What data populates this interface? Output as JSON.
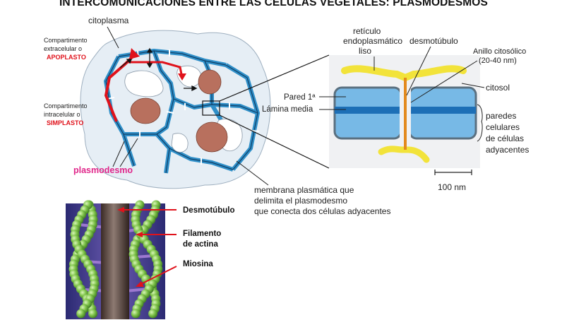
{
  "title": "INTERCOMUNICACIONES ENTRE LAS CÉLULAS VEGETALES: PLASMODESMOS",
  "left_diagram": {
    "citoplasma": "citoplasma",
    "apoplasto_line1": "Compartimento",
    "apoplasto_line2": "extracelular o",
    "apoplasto_name": "APOPLASTO",
    "simplasto_line1": "Compartimento",
    "simplasto_line2": "intracelular o",
    "simplasto_name": "SIMPLASTO",
    "plasmodesmo": "plasmodesmo"
  },
  "right_diagram": {
    "reticulo_1": "retículo",
    "reticulo_2": "endoplasmático",
    "reticulo_3": "liso",
    "desmotubulo": "desmotúbulo",
    "anillo_1": "Anillo citosólico",
    "anillo_2": "(20-40 nm)",
    "pared": "Pared 1ª",
    "lamina": "Lámina media",
    "citosol": "citosol",
    "paredes_1": "paredes",
    "paredes_2": "celulares",
    "paredes_3": "de células",
    "paredes_4": "adyacentes",
    "scale": "100 nm",
    "membrana_1": "membrana plasmática que",
    "membrana_2": "delimita el plasmodesmo",
    "membrana_3": "que conecta dos células adyacentes"
  },
  "model": {
    "desmotubulo": "Desmotúbulo",
    "filamento_1": "Filamento",
    "filamento_2": "de actina",
    "miosina": "Miosina"
  },
  "colors": {
    "red": "#e0121b",
    "pink": "#e0268a",
    "wall_blue": "#2f8fc8",
    "er_yellow": "#f2e33a",
    "nucleus": "#b8705e"
  }
}
